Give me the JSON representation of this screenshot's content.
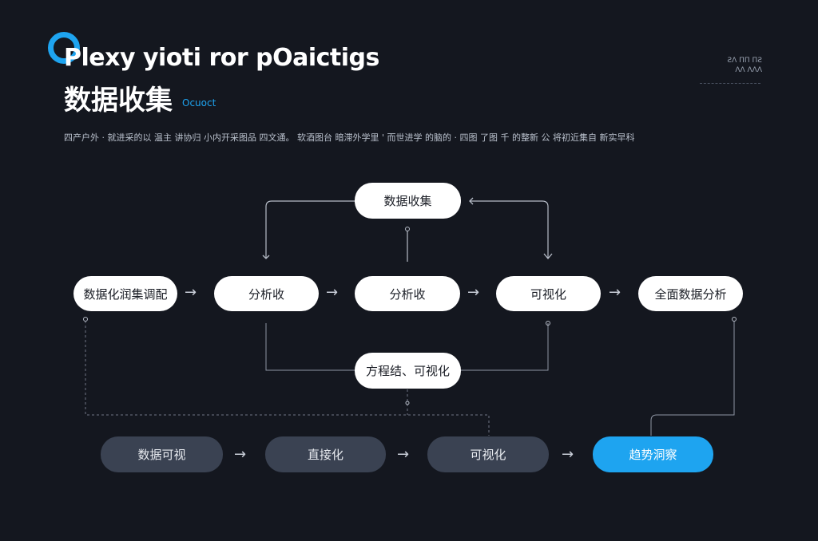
{
  "header": {
    "title_en": "Plexy yioti ror pOaictigs",
    "title_cn": "数据收集",
    "title_tag": "Ocuoct",
    "corner_line1": "ƧΛ ΠΠ ΠƧ",
    "corner_line2": "ΛΛ ΛΛΛ",
    "description": "四产户外 · 就进采的以 温主 讲协归 小内开采图品  四文通。 软酒图台 暗滞外学里 ' 而世进学 的脑的 · 四图 了图 千 的整新 公 将初近集自 新实早科"
  },
  "diagram": {
    "top_node": "数据收集",
    "row1": [
      "数据化润集调配",
      "分析收",
      "分析收",
      "可视化",
      "全面数据分析"
    ],
    "mid_node": "方程结、可视化",
    "row2": [
      "数据可视",
      "直接化",
      "可视化",
      "趋势洞察"
    ],
    "colors": {
      "light_node": "#ffffff",
      "dark_node": "#3a4252",
      "accent_node": "#1ea4f0",
      "line": "#b7bdc8"
    }
  }
}
